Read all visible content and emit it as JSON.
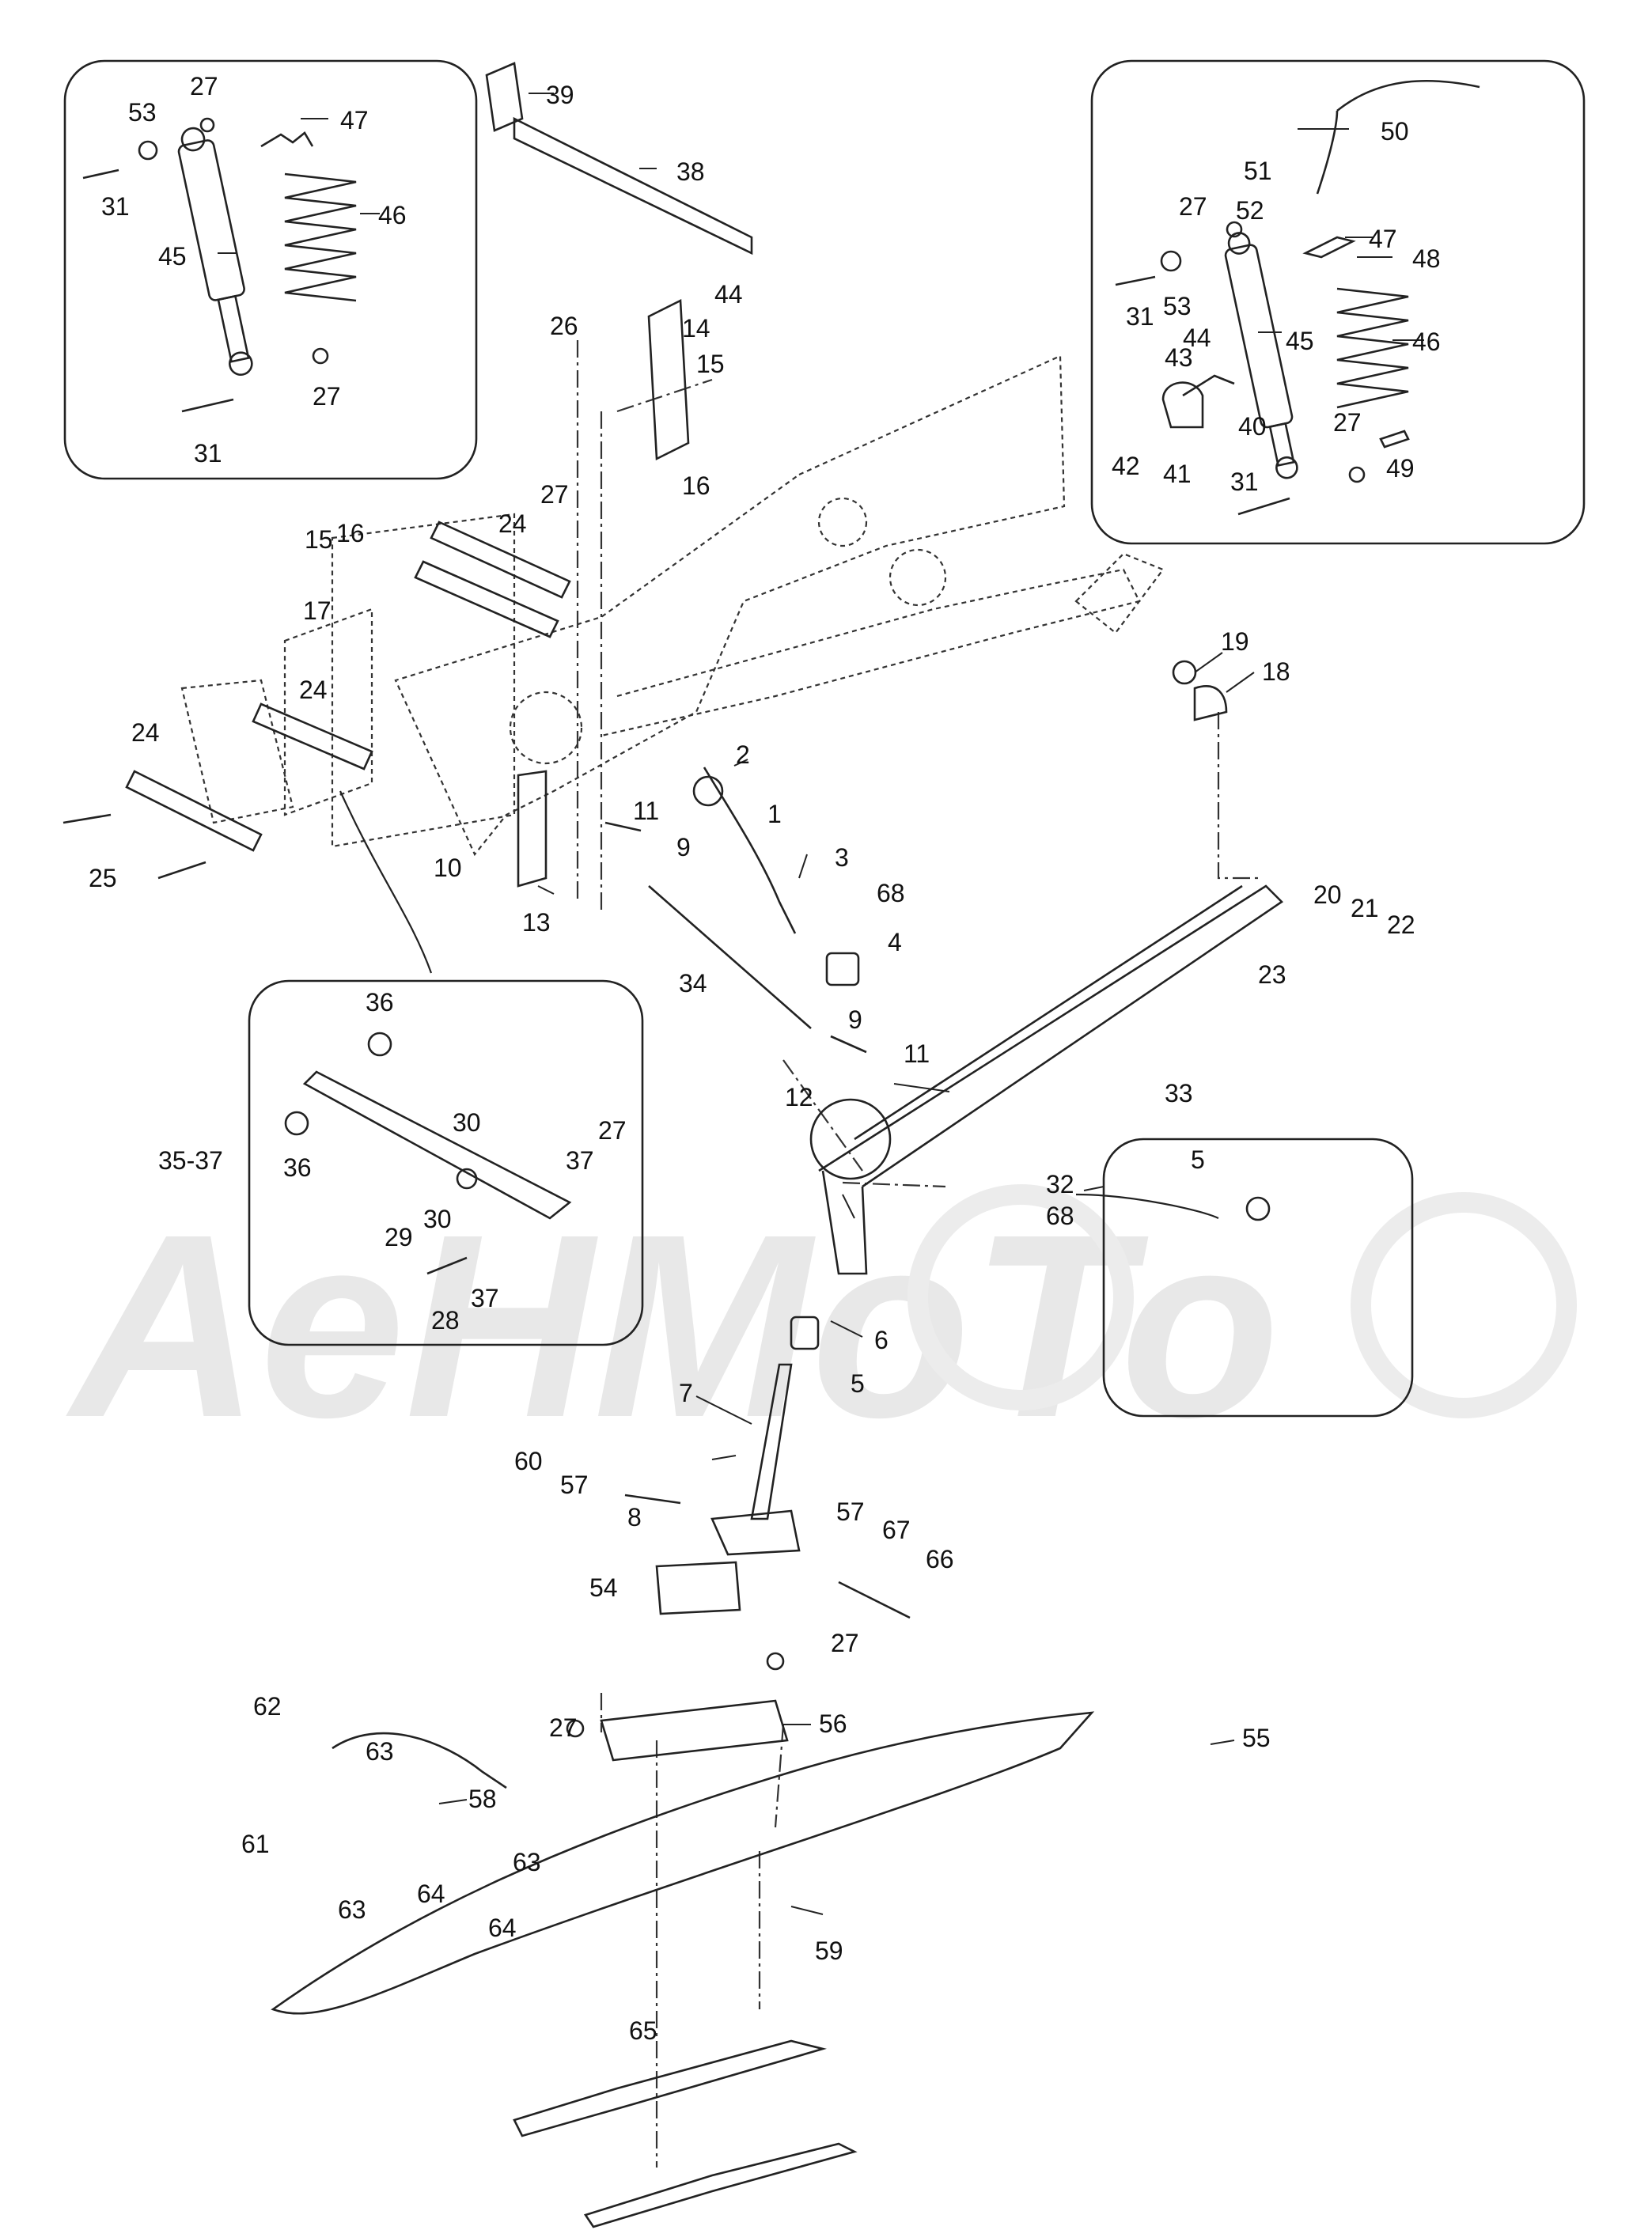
{
  "watermark": "AeHMoTo",
  "callouts": [
    {
      "id": "c-1",
      "label": "1"
    },
    {
      "id": "c-2",
      "label": "2"
    },
    {
      "id": "c-3",
      "label": "3"
    },
    {
      "id": "c-4",
      "label": "4"
    },
    {
      "id": "c-5a",
      "label": "5"
    },
    {
      "id": "c-5b",
      "label": "5"
    },
    {
      "id": "c-6",
      "label": "6"
    },
    {
      "id": "c-7",
      "label": "7"
    },
    {
      "id": "c-8",
      "label": "8"
    },
    {
      "id": "c-9a",
      "label": "9"
    },
    {
      "id": "c-9b",
      "label": "9"
    },
    {
      "id": "c-10",
      "label": "10"
    },
    {
      "id": "c-11a",
      "label": "11"
    },
    {
      "id": "c-11b",
      "label": "11"
    },
    {
      "id": "c-12",
      "label": "12"
    },
    {
      "id": "c-13",
      "label": "13"
    },
    {
      "id": "c-14",
      "label": "14"
    },
    {
      "id": "c-15a",
      "label": "15"
    },
    {
      "id": "c-15b",
      "label": "15"
    },
    {
      "id": "c-16a",
      "label": "16"
    },
    {
      "id": "c-16b",
      "label": "16"
    },
    {
      "id": "c-17",
      "label": "17"
    },
    {
      "id": "c-18",
      "label": "18"
    },
    {
      "id": "c-19",
      "label": "19"
    },
    {
      "id": "c-20",
      "label": "20"
    },
    {
      "id": "c-21",
      "label": "21"
    },
    {
      "id": "c-22",
      "label": "22"
    },
    {
      "id": "c-23",
      "label": "23"
    },
    {
      "id": "c-24a",
      "label": "24"
    },
    {
      "id": "c-24b",
      "label": "24"
    },
    {
      "id": "c-24c",
      "label": "24"
    },
    {
      "id": "c-25",
      "label": "25"
    },
    {
      "id": "c-26",
      "label": "26"
    },
    {
      "id": "c-27a",
      "label": "27"
    },
    {
      "id": "c-27b",
      "label": "27"
    },
    {
      "id": "c-27c",
      "label": "27"
    },
    {
      "id": "c-27d",
      "label": "27"
    },
    {
      "id": "c-27e",
      "label": "27"
    },
    {
      "id": "c-27f",
      "label": "27"
    },
    {
      "id": "c-27g",
      "label": "27"
    },
    {
      "id": "c-27h",
      "label": "27"
    },
    {
      "id": "c-28",
      "label": "28"
    },
    {
      "id": "c-29",
      "label": "29"
    },
    {
      "id": "c-30a",
      "label": "30"
    },
    {
      "id": "c-30b",
      "label": "30"
    },
    {
      "id": "c-31a",
      "label": "31"
    },
    {
      "id": "c-31b",
      "label": "31"
    },
    {
      "id": "c-31c",
      "label": "31"
    },
    {
      "id": "c-31d",
      "label": "31"
    },
    {
      "id": "c-32",
      "label": "32"
    },
    {
      "id": "c-33",
      "label": "33"
    },
    {
      "id": "c-34",
      "label": "34"
    },
    {
      "id": "c-35-37",
      "label": "35-37"
    },
    {
      "id": "c-36a",
      "label": "36"
    },
    {
      "id": "c-36b",
      "label": "36"
    },
    {
      "id": "c-37a",
      "label": "37"
    },
    {
      "id": "c-37b",
      "label": "37"
    },
    {
      "id": "c-38",
      "label": "38"
    },
    {
      "id": "c-39",
      "label": "39"
    },
    {
      "id": "c-40",
      "label": "40"
    },
    {
      "id": "c-41",
      "label": "41"
    },
    {
      "id": "c-42",
      "label": "42"
    },
    {
      "id": "c-43",
      "label": "43"
    },
    {
      "id": "c-44a",
      "label": "44"
    },
    {
      "id": "c-44b",
      "label": "44"
    },
    {
      "id": "c-45a",
      "label": "45"
    },
    {
      "id": "c-45b",
      "label": "45"
    },
    {
      "id": "c-46a",
      "label": "46"
    },
    {
      "id": "c-46b",
      "label": "46"
    },
    {
      "id": "c-47a",
      "label": "47"
    },
    {
      "id": "c-47b",
      "label": "47"
    },
    {
      "id": "c-48",
      "label": "48"
    },
    {
      "id": "c-49",
      "label": "49"
    },
    {
      "id": "c-50",
      "label": "50"
    },
    {
      "id": "c-51",
      "label": "51"
    },
    {
      "id": "c-52",
      "label": "52"
    },
    {
      "id": "c-53a",
      "label": "53"
    },
    {
      "id": "c-53b",
      "label": "53"
    },
    {
      "id": "c-54",
      "label": "54"
    },
    {
      "id": "c-55",
      "label": "55"
    },
    {
      "id": "c-56",
      "label": "56"
    },
    {
      "id": "c-57a",
      "label": "57"
    },
    {
      "id": "c-57b",
      "label": "57"
    },
    {
      "id": "c-58",
      "label": "58"
    },
    {
      "id": "c-59",
      "label": "59"
    },
    {
      "id": "c-60",
      "label": "60"
    },
    {
      "id": "c-61",
      "label": "61"
    },
    {
      "id": "c-62",
      "label": "62"
    },
    {
      "id": "c-63a",
      "label": "63"
    },
    {
      "id": "c-63b",
      "label": "63"
    },
    {
      "id": "c-63c",
      "label": "63"
    },
    {
      "id": "c-64a",
      "label": "64"
    },
    {
      "id": "c-64b",
      "label": "64"
    },
    {
      "id": "c-65",
      "label": "65"
    },
    {
      "id": "c-66",
      "label": "66"
    },
    {
      "id": "c-67",
      "label": "67"
    },
    {
      "id": "c-68a",
      "label": "68"
    },
    {
      "id": "c-68b",
      "label": "68"
    }
  ]
}
